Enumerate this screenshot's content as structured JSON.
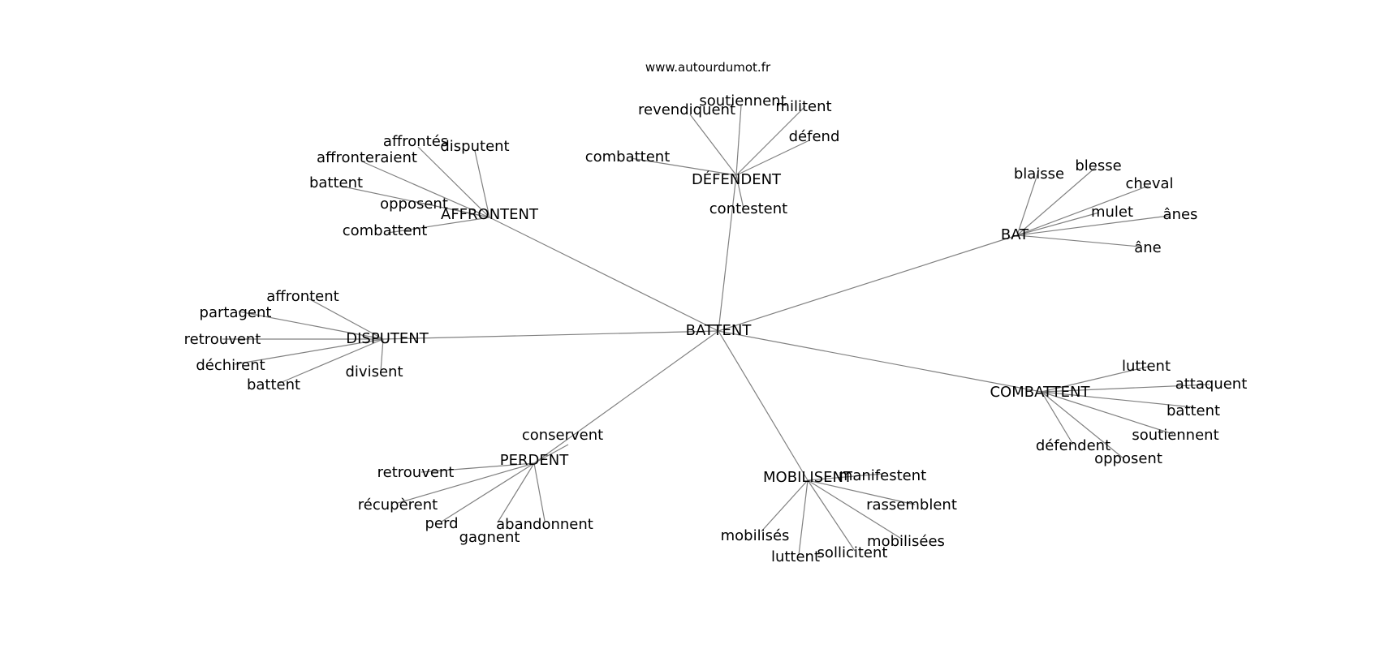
{
  "source": "www.autourdumot.fr",
  "center": "BATTENT",
  "branches": [
    {
      "hub": "AFFRONTENT",
      "words": [
        "affrontés",
        "disputent",
        "affronteraient",
        "battent",
        "opposent",
        "combattent"
      ]
    },
    {
      "hub": "DÉFENDENT",
      "words": [
        "soutiennent",
        "revendiquent",
        "militent",
        "défend",
        "combattent",
        "contestent"
      ]
    },
    {
      "hub": "BAT",
      "words": [
        "blaisse",
        "blesse",
        "cheval",
        "mulet",
        "ânes",
        "âne"
      ]
    },
    {
      "hub": "DISPUTENT",
      "words": [
        "affrontent",
        "partagent",
        "retrouvent",
        "déchirent",
        "battent",
        "divisent"
      ]
    },
    {
      "hub": "COMBATTENT",
      "words": [
        "luttent",
        "attaquent",
        "battent",
        "soutiennent",
        "défendent",
        "opposent"
      ]
    },
    {
      "hub": "PERDENT",
      "words": [
        "conservent",
        "retrouvent",
        "récupèrent",
        "perd",
        "gagnent",
        "abandonnent"
      ]
    },
    {
      "hub": "MOBILISENT",
      "words": [
        "manifestent",
        "rassemblent",
        "mobilisés",
        "mobilisées",
        "luttent",
        "sollicitent"
      ]
    }
  ],
  "colors": {
    "edge": "#808080",
    "text": "#000000",
    "background": "#ffffff"
  }
}
